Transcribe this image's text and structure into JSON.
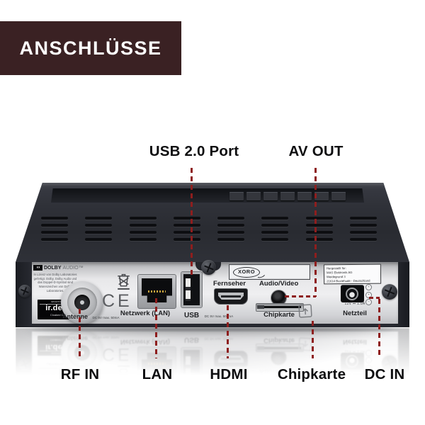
{
  "header": {
    "title": "ANSCHLÜSSE",
    "bg_color": "#3a2123",
    "text_color": "#ffffff"
  },
  "callouts": {
    "line_color": "#8e1e1e",
    "top": {
      "usb": "USB 2.0 Port",
      "av": "AV OUT"
    },
    "bottom": {
      "rf": "RF IN",
      "lan": "LAN",
      "hdmi": "HDMI",
      "chip": "Chipkarte",
      "dc": "DC IN"
    }
  },
  "panel": {
    "dolby": {
      "icon": "◖◗",
      "name": "DOLBY",
      "suffix": "AUDIO™",
      "fine_print": [
        "In Lizenz von Dolby Laboratories",
        "gefertigt. Dolby, Dolby Audio und",
        "das Doppel-D-Symbol sind",
        "Warenzeichen von Dolby",
        "Laboratories."
      ]
    },
    "irdeto": {
      "secured": "secured by",
      "brand": "ir.deto",
      "sub": "Cloaked CA"
    },
    "ce_mark": "CE",
    "antenna": {
      "label": "Antenne",
      "spec": "DC 5V max. 50mA"
    },
    "lan": {
      "label": "Netzwerk (LAN)"
    },
    "usb": {
      "label": "USB",
      "spec": "DC 5V max. 500mA"
    },
    "xoro": {
      "brand": "XORO"
    },
    "hdmi": {
      "label": "Fernseher (HDMI)"
    },
    "av": {
      "label": "Audio/Video"
    },
    "chipcard": {
      "label": "Chipkarte"
    },
    "manufacturer": {
      "l1": "Hergestellt für:",
      "l2": "MAS Elektronik AG",
      "l3": "Weidegrund 3",
      "l4": "21614 Buxtehude - Deutschland"
    },
    "power": {
      "spec": "12V ⎓ 1.0A",
      "label": "Netzteil"
    }
  }
}
